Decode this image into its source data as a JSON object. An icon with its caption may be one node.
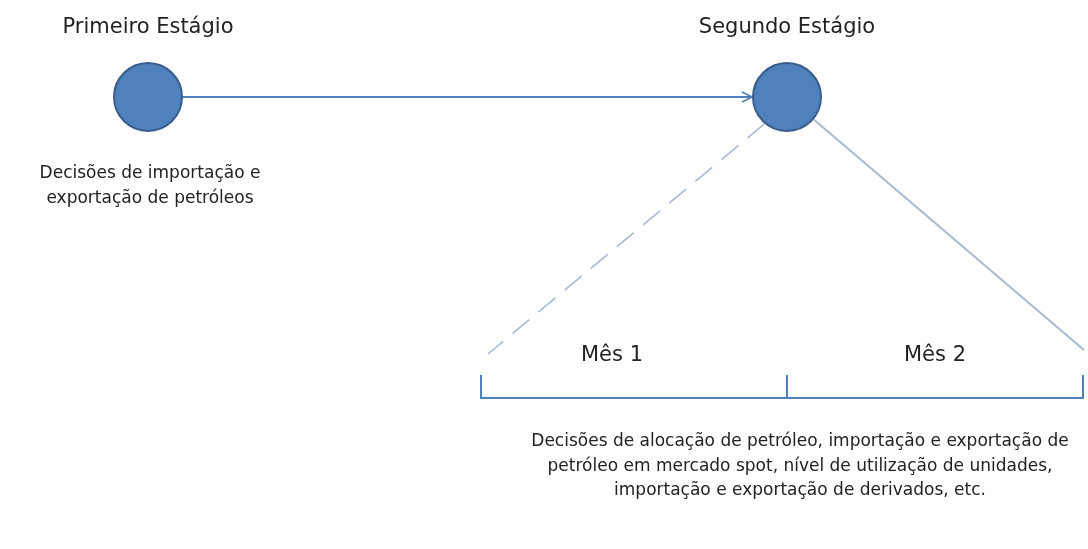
{
  "diagram": {
    "nodes": [
      {
        "text": [
          "Primeiro Estágio"
        ],
        "beside": [
          "Decisões de importação e exportação de petróleos"
        ]
      },
      {
        "text": [
          "Segundo Estágio"
        ]
      },
      {
        "text": [
          "Mês 1",
          "Mês 2"
        ],
        "beside": [
          "Decisões de alocação de petróleo, importação e exportação de petróleo em mercado spot, nível de utilização de unidades, importação e exportação de derivados, etc."
        ]
      }
    ],
    "edges": [
      {
        "from": 0,
        "to": 1,
        "arrow": "to"
      },
      {
        "from": 1,
        "to": 2,
        "arrow": "none",
        "style": "dashed",
        "color": "#a9b9cf"
      },
      {
        "from": 1,
        "to": 2,
        "arrow": "none",
        "color": "#a9b9cf"
      }
    ]
  }
}
